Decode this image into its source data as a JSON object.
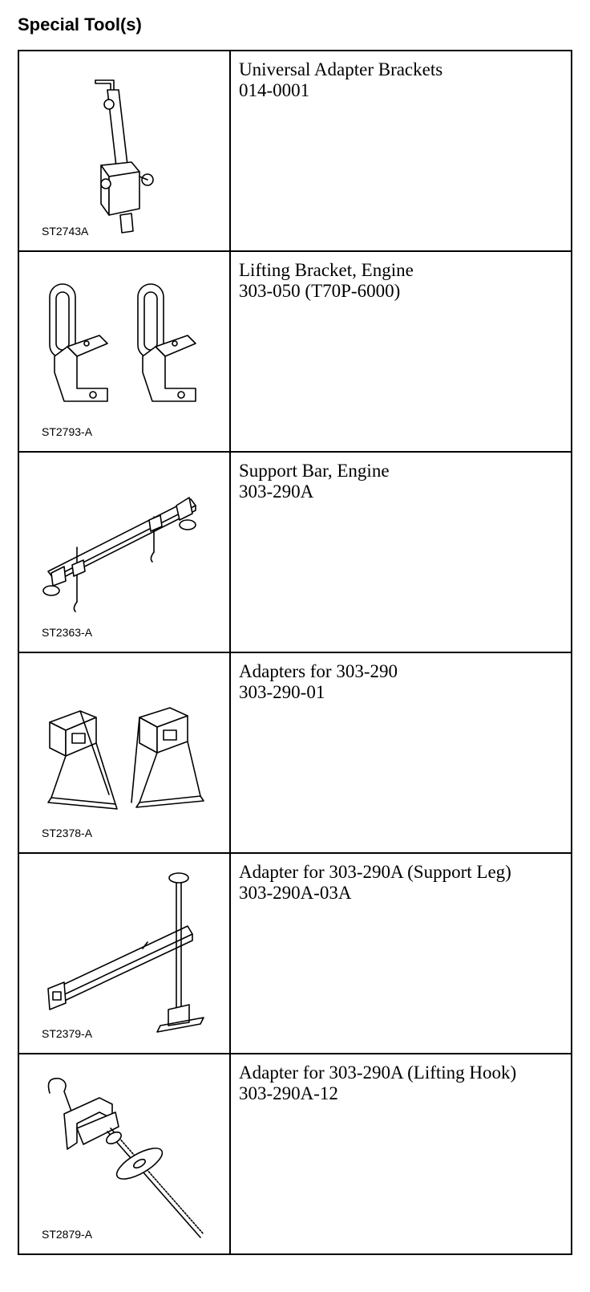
{
  "heading": "Special Tool(s)",
  "tools": [
    {
      "code": "ST2743A",
      "name": "Universal Adapter Brackets",
      "number": "014-0001",
      "icon": "adapter-bracket-icon"
    },
    {
      "code": "ST2793-A",
      "name": "Lifting Bracket, Engine",
      "number": "303-050 (T70P-6000)",
      "icon": "lifting-bracket-icon"
    },
    {
      "code": "ST2363-A",
      "name": "Support Bar, Engine",
      "number": "303-290A",
      "icon": "support-bar-icon"
    },
    {
      "code": "ST2378-A",
      "name": "Adapters for 303-290",
      "number": "303-290-01",
      "icon": "adapters-icon"
    },
    {
      "code": "ST2379-A",
      "name": "Adapter for 303-290A (Support Leg)",
      "number": "303-290A-03A",
      "icon": "support-leg-icon"
    },
    {
      "code": "ST2879-A",
      "name": "Adapter for 303-290A (Lifting Hook)",
      "number": "303-290A-12",
      "icon": "lifting-hook-icon"
    }
  ]
}
